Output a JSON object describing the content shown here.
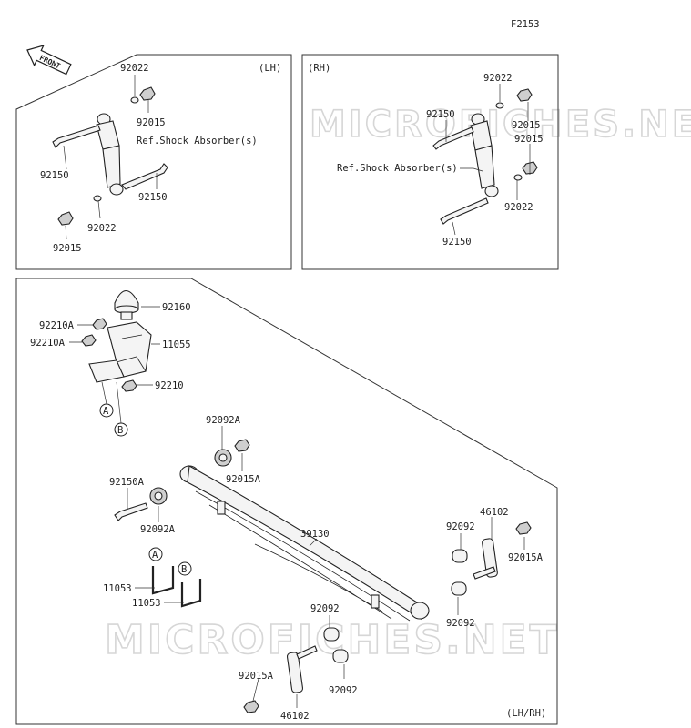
{
  "figure_code": "F2153",
  "front_arrow": "FRONT",
  "watermark": "MICROFICHES.NET",
  "panels": {
    "lh": {
      "tag": "(LH)",
      "labels": [
        "92022",
        "92015",
        "Ref.Shock Absorber(s)",
        "92150",
        "92150",
        "92022",
        "92015"
      ]
    },
    "rh": {
      "tag": "(RH)",
      "labels": [
        "92022",
        "92150",
        "92015",
        "92015",
        "Ref.Shock Absorber(s)",
        "92022",
        "92150"
      ]
    },
    "main": {
      "tag": "(LH/RH)",
      "labels": [
        "92160",
        "92210A",
        "92210A",
        "11055",
        "92210",
        "A",
        "B",
        "92092A",
        "92015A",
        "92150A",
        "92092A",
        "39130",
        "46102",
        "92092",
        "92015A",
        "A",
        "B",
        "11053",
        "11053",
        "92092",
        "92092",
        "92015A",
        "46102",
        "92092"
      ]
    }
  }
}
